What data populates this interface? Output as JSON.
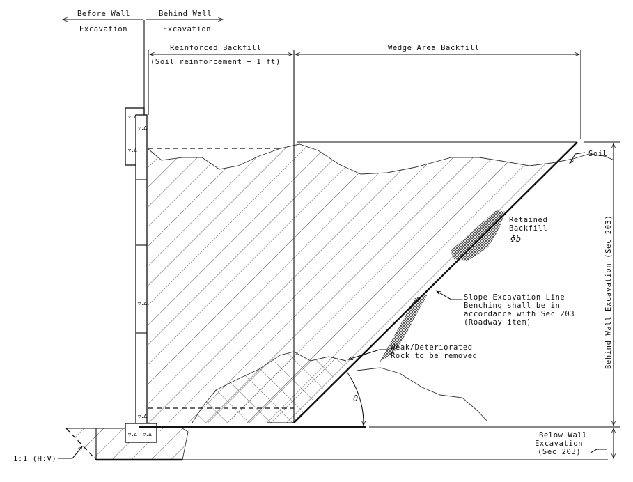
{
  "labels": {
    "before_wall_1": "Before Wall",
    "before_wall_2": "Excavation",
    "behind_wall_1": "Behind Wall",
    "behind_wall_2": "Excavation",
    "reinforced_1": "Reinforced Backfill",
    "reinforced_2": "(Soil reinforcement + 1 ft)",
    "wedge": "Wedge Area Backfill",
    "soil": "Soil",
    "retained_1": "Retained",
    "retained_2": "Backfill",
    "phi": "Φb",
    "slope_1": "Slope Excavation Line",
    "slope_2": "Benching shall be in",
    "slope_3": "accordance with Sec 203",
    "slope_4": "(Roadway item)",
    "weak_1": "Weak/Deteriorated",
    "weak_2": "Rock to be removed",
    "theta": "θ",
    "behind_vertical": "Behind Wall Excavation (Sec 203)",
    "below_1": "Below Wall",
    "below_2": "Excavation",
    "below_3": "(Sec 203)",
    "ratio": "1:1 (H:V)"
  },
  "colors": {
    "line": "#111111",
    "background": "#ffffff"
  }
}
